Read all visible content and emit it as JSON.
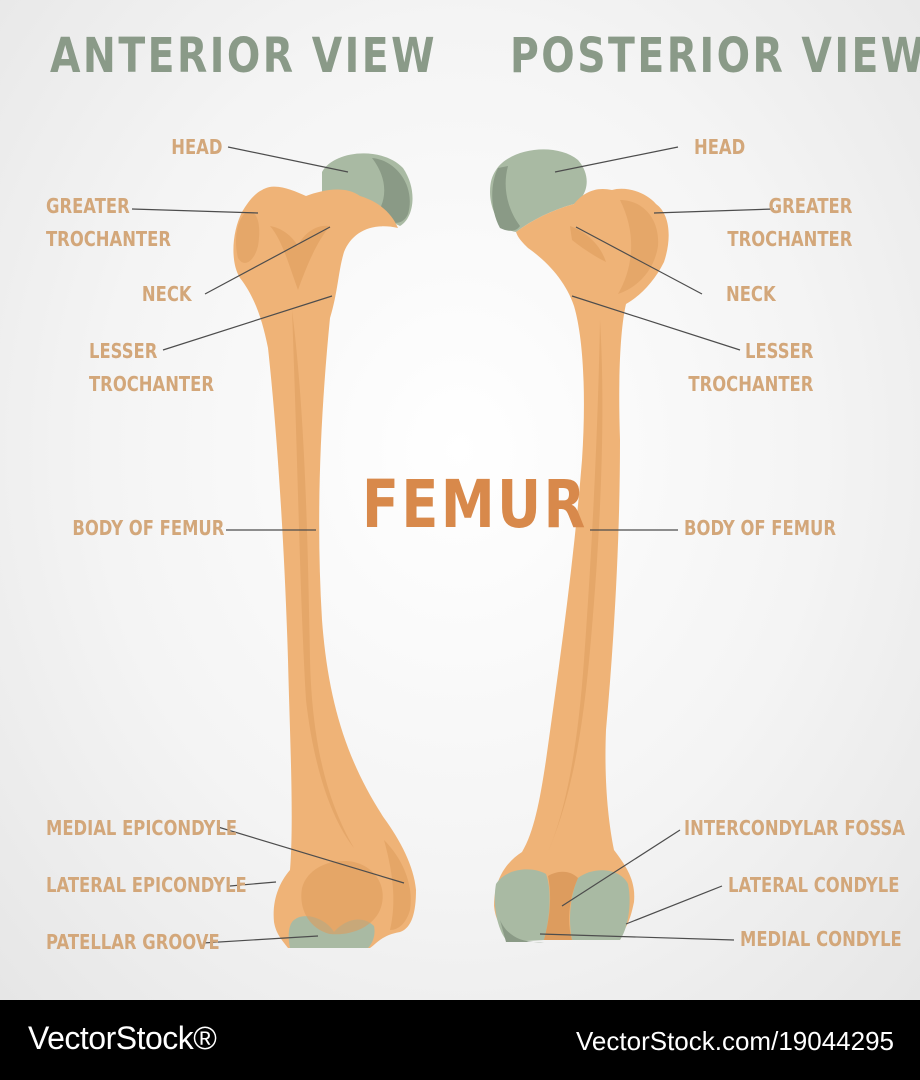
{
  "titles": {
    "anterior": "ANTERIOR VIEW",
    "posterior": "POSTERIOR VIEW",
    "main": "FEMUR"
  },
  "labels": {
    "anterior": {
      "head": "HEAD",
      "greater_trochanter": [
        "GREATER",
        "TROCHANTER"
      ],
      "neck": "NECK",
      "lesser_trochanter": [
        "LESSER",
        "TROCHANTER"
      ],
      "body": "BODY OF FEMUR",
      "medial_epicondyle": "MEDIAL EPICONDYLE",
      "lateral_epicondyle": "LATERAL EPICONDYLE",
      "patellar_groove": "PATELLAR GROOVE"
    },
    "posterior": {
      "head": "HEAD",
      "greater_trochanter": [
        "GREATER",
        "TROCHANTER"
      ],
      "neck": "NECK",
      "lesser_trochanter": [
        "LESSER",
        "TROCHANTER"
      ],
      "body": "BODY OF FEMUR",
      "intercondylar_fossa": "INTERCONDYLAR FOSSA",
      "lateral_condyle": "LATERAL CONDYLE",
      "medial_condyle": "MEDIAL CONDYLE"
    }
  },
  "footer": {
    "brand": "VectorStock®",
    "image_ref": "VectorStock.com/19044295"
  },
  "colors": {
    "bone": "#efb377",
    "bone_shadow": "#dd9c5e",
    "cartilage": "#a9baa3",
    "cartilage_shadow": "#8a9a86",
    "title": "#8a9a88",
    "main_title": "#d8894b",
    "label": "#d3a77a",
    "leader": "#4d4d4d"
  }
}
